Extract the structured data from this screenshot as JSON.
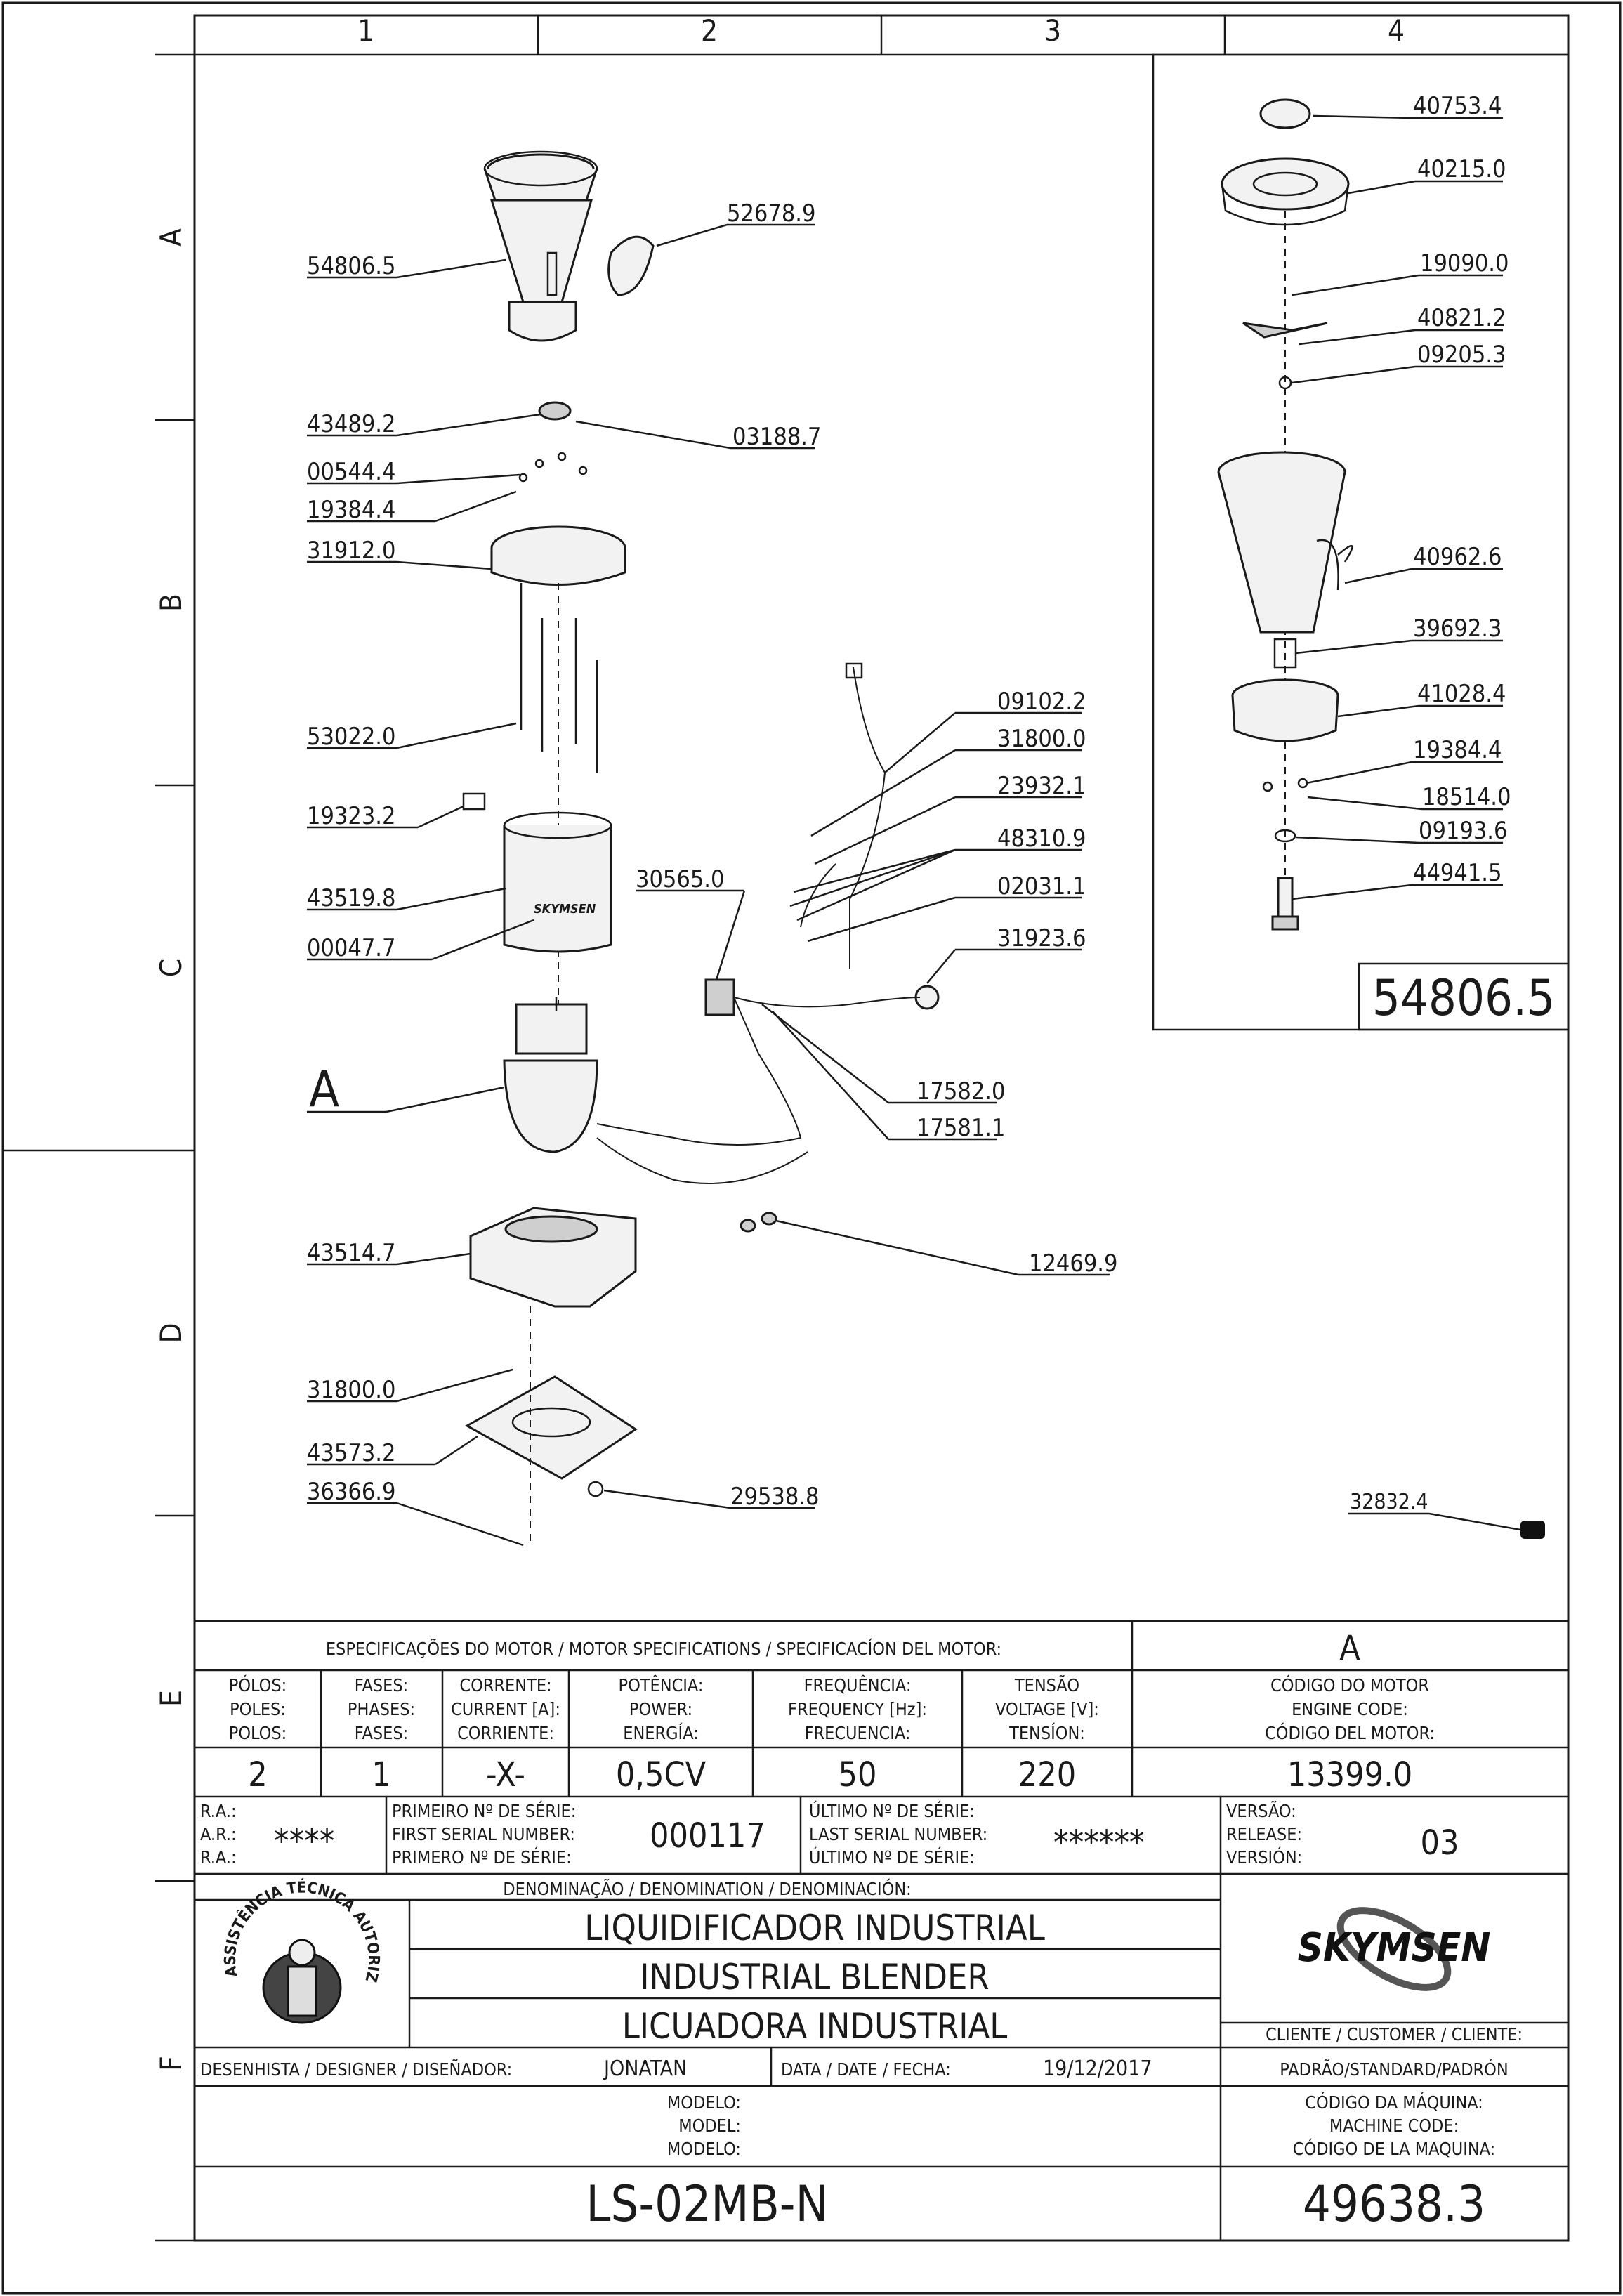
{
  "grid": {
    "columns": [
      "1",
      "2",
      "3",
      "4"
    ],
    "rows": [
      "A",
      "B",
      "C",
      "D",
      "E",
      "F"
    ]
  },
  "parts_main": [
    {
      "id": "p52678",
      "label": "52678.9"
    },
    {
      "id": "p54806",
      "label": "54806.5"
    },
    {
      "id": "p43489",
      "label": "43489.2"
    },
    {
      "id": "p03188",
      "label": "03188.7"
    },
    {
      "id": "p00544",
      "label": "00544.4"
    },
    {
      "id": "p19384a",
      "label": "19384.4"
    },
    {
      "id": "p31912",
      "label": "31912.0"
    },
    {
      "id": "p53022",
      "label": "53022.0"
    },
    {
      "id": "p19323",
      "label": "19323.2"
    },
    {
      "id": "p43519",
      "label": "43519.8"
    },
    {
      "id": "p00047",
      "label": "00047.7"
    },
    {
      "id": "pA",
      "label": "A"
    },
    {
      "id": "p43514",
      "label": "43514.7"
    },
    {
      "id": "p31800b",
      "label": "31800.0"
    },
    {
      "id": "p43573",
      "label": "43573.2"
    },
    {
      "id": "p36366",
      "label": "36366.9"
    },
    {
      "id": "p29538",
      "label": "29538.8"
    },
    {
      "id": "p09102",
      "label": "09102.2"
    },
    {
      "id": "p31800a",
      "label": "31800.0"
    },
    {
      "id": "p23932",
      "label": "23932.1"
    },
    {
      "id": "p48310",
      "label": "48310.9"
    },
    {
      "id": "p02031",
      "label": "02031.1"
    },
    {
      "id": "p31923",
      "label": "31923.6"
    },
    {
      "id": "p30565",
      "label": "30565.0"
    },
    {
      "id": "p17582",
      "label": "17582.0"
    },
    {
      "id": "p17581",
      "label": "17581.1"
    },
    {
      "id": "p12469",
      "label": "12469.9"
    },
    {
      "id": "p32832",
      "label": "32832.4"
    }
  ],
  "parts_detail": [
    {
      "id": "d40753",
      "label": "40753.4"
    },
    {
      "id": "d40215",
      "label": "40215.0"
    },
    {
      "id": "d19090",
      "label": "19090.0"
    },
    {
      "id": "d40821",
      "label": "40821.2"
    },
    {
      "id": "d09205",
      "label": "09205.3"
    },
    {
      "id": "d40962",
      "label": "40962.6"
    },
    {
      "id": "d39692",
      "label": "39692.3"
    },
    {
      "id": "d41028",
      "label": "41028.4"
    },
    {
      "id": "d19384",
      "label": "19384.4"
    },
    {
      "id": "d18514",
      "label": "18514.0"
    },
    {
      "id": "d09193",
      "label": "09193.6"
    },
    {
      "id": "d44941",
      "label": "44941.5"
    }
  ],
  "detail_box_code": "54806.5",
  "motor_spec": {
    "header": "ESPECIFICAÇÕES DO MOTOR / MOTOR SPECIFICATIONS / SPECIFICACÍON DEL MOTOR:",
    "motor_ref": "A",
    "columns": [
      {
        "h1": "PÓLOS:",
        "h2": "POLES:",
        "h3": "POLOS:",
        "value": "2"
      },
      {
        "h1": "FASES:",
        "h2": "PHASES:",
        "h3": "FASES:",
        "value": "1"
      },
      {
        "h1": "CORRENTE:",
        "h2": "CURRENT [A]:",
        "h3": "CORRIENTE:",
        "value": "-X-"
      },
      {
        "h1": "POTÊNCIA:",
        "h2": "POWER:",
        "h3": "ENERGÍA:",
        "value": "0,5CV"
      },
      {
        "h1": "FREQUÊNCIA:",
        "h2": "FREQUENCY [Hz]:",
        "h3": "FRECUENCIA:",
        "value": "50"
      },
      {
        "h1": "TENSÃO",
        "h2": "VOLTAGE [V]:",
        "h3": "TENSÍON:",
        "value": "220"
      },
      {
        "h1": "CÓDIGO DO MOTOR",
        "h2": "ENGINE CODE:",
        "h3": "CÓDIGO DEL MOTOR:",
        "value": "13399.0"
      }
    ]
  },
  "serials": {
    "ra_labels": [
      "R.A.:",
      "A.R.:",
      "R.A.:"
    ],
    "ra_value": "****",
    "first_labels": [
      "PRIMEIRO Nº DE SÉRIE:",
      "FIRST SERIAL NUMBER:",
      "PRIMERO Nº DE SÉRIE:"
    ],
    "first_value": "000117",
    "last_labels": [
      "ÚLTIMO Nº DE SÉRIE:",
      "LAST SERIAL NUMBER:",
      "ÚLTIMO Nº DE SÉRIE:"
    ],
    "last_value": "******",
    "version_labels": [
      "VERSÃO:",
      "RELEASE:",
      "VERSIÓN:"
    ],
    "version_value": "03"
  },
  "title_block": {
    "denomination_label": "DENOMINAÇÃO / DENOMINATION / DENOMINACIÓN:",
    "names": [
      "LIQUIDIFICADOR INDUSTRIAL",
      "INDUSTRIAL BLENDER",
      "LICUADORA INDUSTRIAL"
    ],
    "seal_text": "ASSISTÊNCIA TÉCNICA AUTORIZADA",
    "brand": "SKYMSEN",
    "customer_label": "CLIENTE / CUSTOMER / CLIENTE:",
    "customer_value": "PADRÃO/STANDARD/PADRÓN",
    "designer_label": "DESENHISTA / DESIGNER / DISEÑADOR:",
    "designer_value": "JONATAN",
    "date_label": "DATA / DATE / FECHA:",
    "date_value": "19/12/2017",
    "model_labels": [
      "MODELO:",
      "MODEL:",
      "MODELO:"
    ],
    "model_value": "LS-02MB-N",
    "machine_code_labels": [
      "CÓDIGO DA MÁQUINA:",
      "MACHINE CODE:",
      "CÓDIGO DE LA MAQUINA:"
    ],
    "machine_code_value": "49638.3"
  }
}
